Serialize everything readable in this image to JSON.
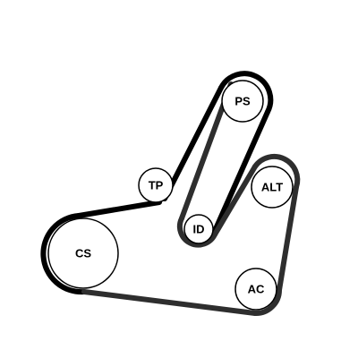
{
  "colors": {
    "background": "#ffffff",
    "belt": "#000000",
    "belt_gray": "#2e2e2e",
    "pulley_fill": "#ffffff",
    "pulley_stroke": "#000000",
    "label": "#000000"
  },
  "pulleys": {
    "ps": "PS",
    "tp": "TP",
    "alt": "ALT",
    "id": "ID",
    "cs": "CS",
    "ac": "AC"
  }
}
